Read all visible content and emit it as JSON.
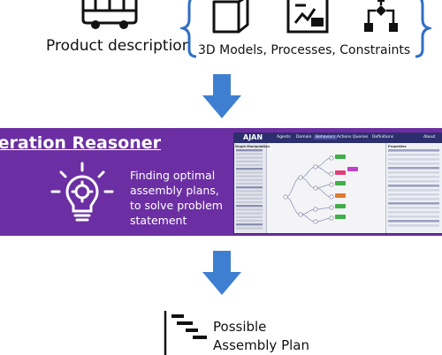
{
  "top": {
    "product_label": "Product description",
    "inputs_label": "3D Models, Processes, Constraints",
    "icons": [
      "bus-icon",
      "cube-icon",
      "drawing-icon",
      "flowchart-icon"
    ]
  },
  "reasoner": {
    "title": "eration Reasoner",
    "description_lines": [
      "Finding optimal",
      "assembly plans,",
      "to solve problem",
      "statement"
    ]
  },
  "screenshot": {
    "logo": "AJAN",
    "menu": [
      "Agents",
      "Domain",
      "Behaviors",
      "Actions",
      "Queries",
      "Definitions",
      "About"
    ],
    "left_panel_title": "Graph Manipulation",
    "right_panel_title": "Properties"
  },
  "output": {
    "lines": [
      "Possible",
      "Assembly Plan"
    ]
  },
  "colors": {
    "band": "#6b2fa3",
    "arrow": "#3f7fd1",
    "brace": "#2f6ec7"
  }
}
